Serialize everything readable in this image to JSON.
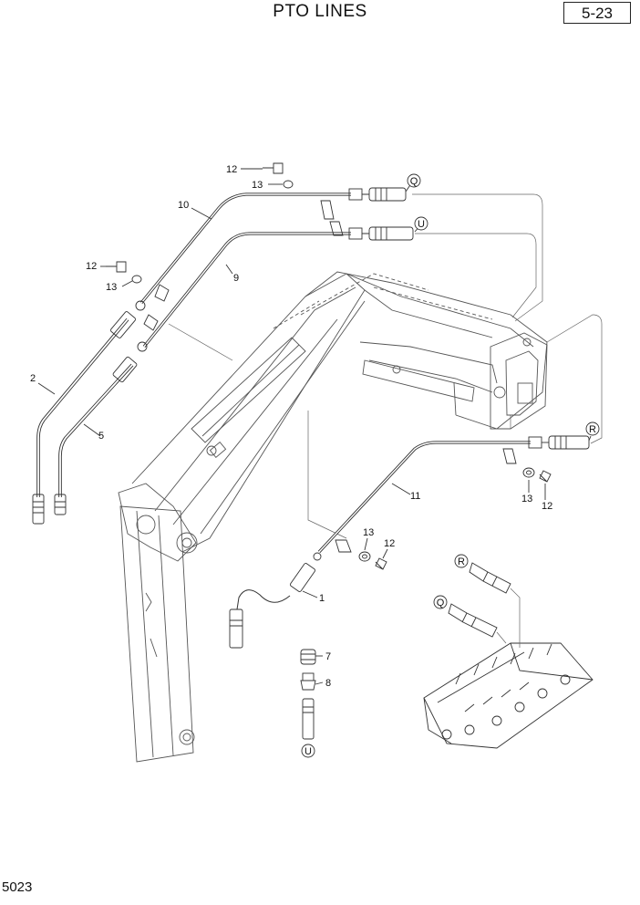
{
  "header": {
    "title": "PTO LINES",
    "page_number": "5-23"
  },
  "footer": {
    "figure_code": "5023"
  },
  "callouts": {
    "p1": "1",
    "p2": "2",
    "p5": "5",
    "p7": "7",
    "p8": "8",
    "p9": "9",
    "p10": "10",
    "p11": "11",
    "p12a": "12",
    "p12b": "12",
    "p12c": "12",
    "p12d": "12",
    "p13a": "13",
    "p13b": "13",
    "p13c": "13",
    "p13d": "13"
  },
  "connectors": {
    "q1": "Q",
    "q2": "Q",
    "u1": "U",
    "u2": "U",
    "r1": "R",
    "r2": "R"
  }
}
